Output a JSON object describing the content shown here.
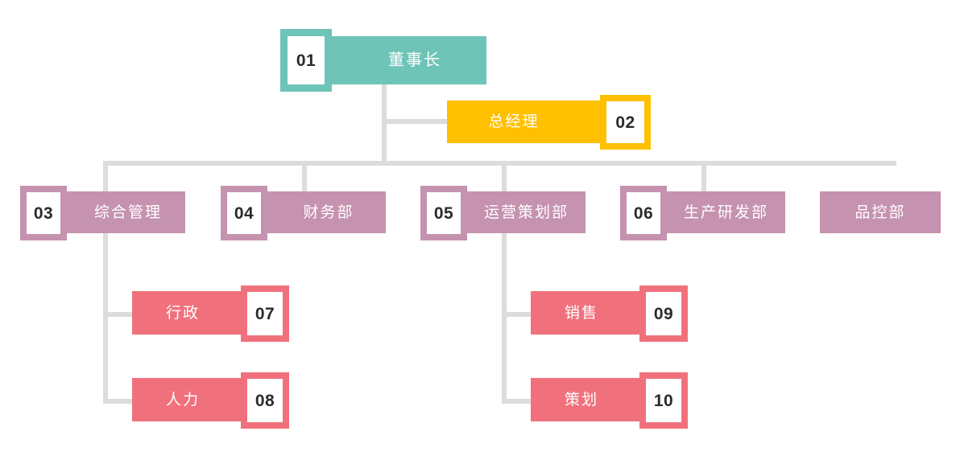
{
  "chart_data": {
    "type": "diagram",
    "subtype": "organization-chart",
    "title": "",
    "palette": {
      "level1": "#6ec4b6",
      "level2": "#ffc000",
      "level3": "#c592af",
      "level4": "#f0717c",
      "connector": "#dcdcdc",
      "badge_background": "#ffffff",
      "badge_text": "#2b2b2b",
      "label_text": "#ffffff",
      "page_background": "#ffffff"
    },
    "nodes": [
      {
        "id": "n01",
        "number": "01",
        "label": "董事长",
        "level": 1,
        "color": "#6ec4b6",
        "badge_side": "left"
      },
      {
        "id": "n02",
        "number": "02",
        "label": "总经理",
        "level": 2,
        "color": "#ffc000",
        "badge_side": "right"
      },
      {
        "id": "n03",
        "number": "03",
        "label": "综合管理",
        "level": 3,
        "color": "#c592af",
        "badge_side": "left"
      },
      {
        "id": "n04",
        "number": "04",
        "label": "财务部",
        "level": 3,
        "color": "#c592af",
        "badge_side": "left"
      },
      {
        "id": "n05",
        "number": "05",
        "label": "运营策划部",
        "level": 3,
        "color": "#c592af",
        "badge_side": "left"
      },
      {
        "id": "n06",
        "number": "06",
        "label": "生产研发部",
        "level": 3,
        "color": "#c592af",
        "badge_side": "left"
      },
      {
        "id": "n11",
        "number": "",
        "label": "品控部",
        "level": 3,
        "color": "#c592af",
        "badge_side": "none"
      },
      {
        "id": "n07",
        "number": "07",
        "label": "行政",
        "level": 4,
        "color": "#f0717c",
        "badge_side": "right"
      },
      {
        "id": "n08",
        "number": "08",
        "label": "人力",
        "level": 4,
        "color": "#f0717c",
        "badge_side": "right"
      },
      {
        "id": "n09",
        "number": "09",
        "label": "销售",
        "level": 4,
        "color": "#f0717c",
        "badge_side": "right"
      },
      {
        "id": "n10",
        "number": "10",
        "label": "策划",
        "level": 4,
        "color": "#f0717c",
        "badge_side": "right"
      }
    ],
    "edges": [
      {
        "from": "n01",
        "to": "n02"
      },
      {
        "from": "n01",
        "to": "n03"
      },
      {
        "from": "n01",
        "to": "n04"
      },
      {
        "from": "n01",
        "to": "n05"
      },
      {
        "from": "n01",
        "to": "n06"
      },
      {
        "from": "n03",
        "to": "n07"
      },
      {
        "from": "n03",
        "to": "n08"
      },
      {
        "from": "n05",
        "to": "n09"
      },
      {
        "from": "n05",
        "to": "n10"
      }
    ]
  },
  "nodes": {
    "n01": {
      "number": "01",
      "label": "董事长"
    },
    "n02": {
      "number": "02",
      "label": "总经理"
    },
    "n03": {
      "number": "03",
      "label": "综合管理"
    },
    "n04": {
      "number": "04",
      "label": "财务部"
    },
    "n05": {
      "number": "05",
      "label": "运营策划部"
    },
    "n06": {
      "number": "06",
      "label": "生产研发部"
    },
    "n11": {
      "number": "",
      "label": "品控部"
    },
    "n07": {
      "number": "07",
      "label": "行政"
    },
    "n08": {
      "number": "08",
      "label": "人力"
    },
    "n09": {
      "number": "09",
      "label": "销售"
    },
    "n10": {
      "number": "10",
      "label": "策划"
    }
  }
}
